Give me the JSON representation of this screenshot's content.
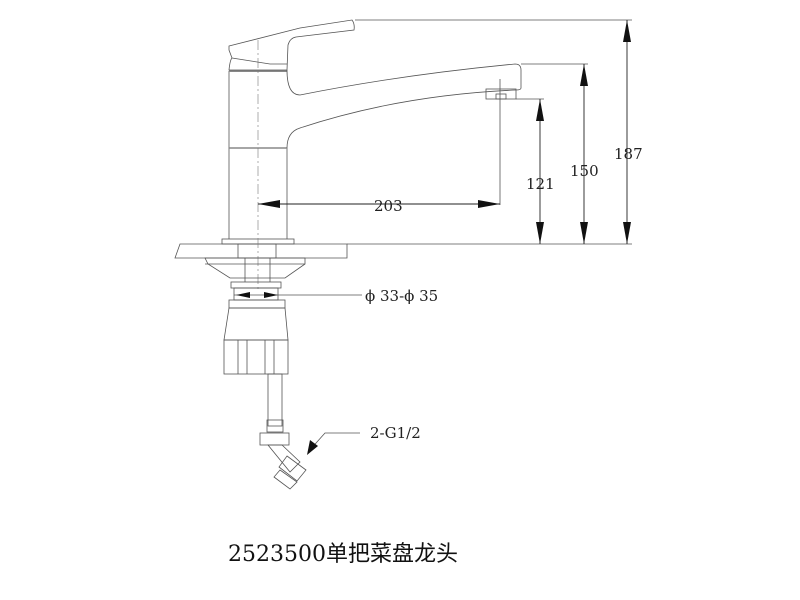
{
  "dimensions": {
    "height_total": "187",
    "height_spout_top": "150",
    "height_outlet": "121",
    "reach": "203",
    "hole_diameter": "ϕ 33-ϕ 35",
    "connection": "2-G1/2"
  },
  "title": "2523500单把菜盘龙头",
  "colors": {
    "line": "#555555",
    "text": "#222222"
  }
}
